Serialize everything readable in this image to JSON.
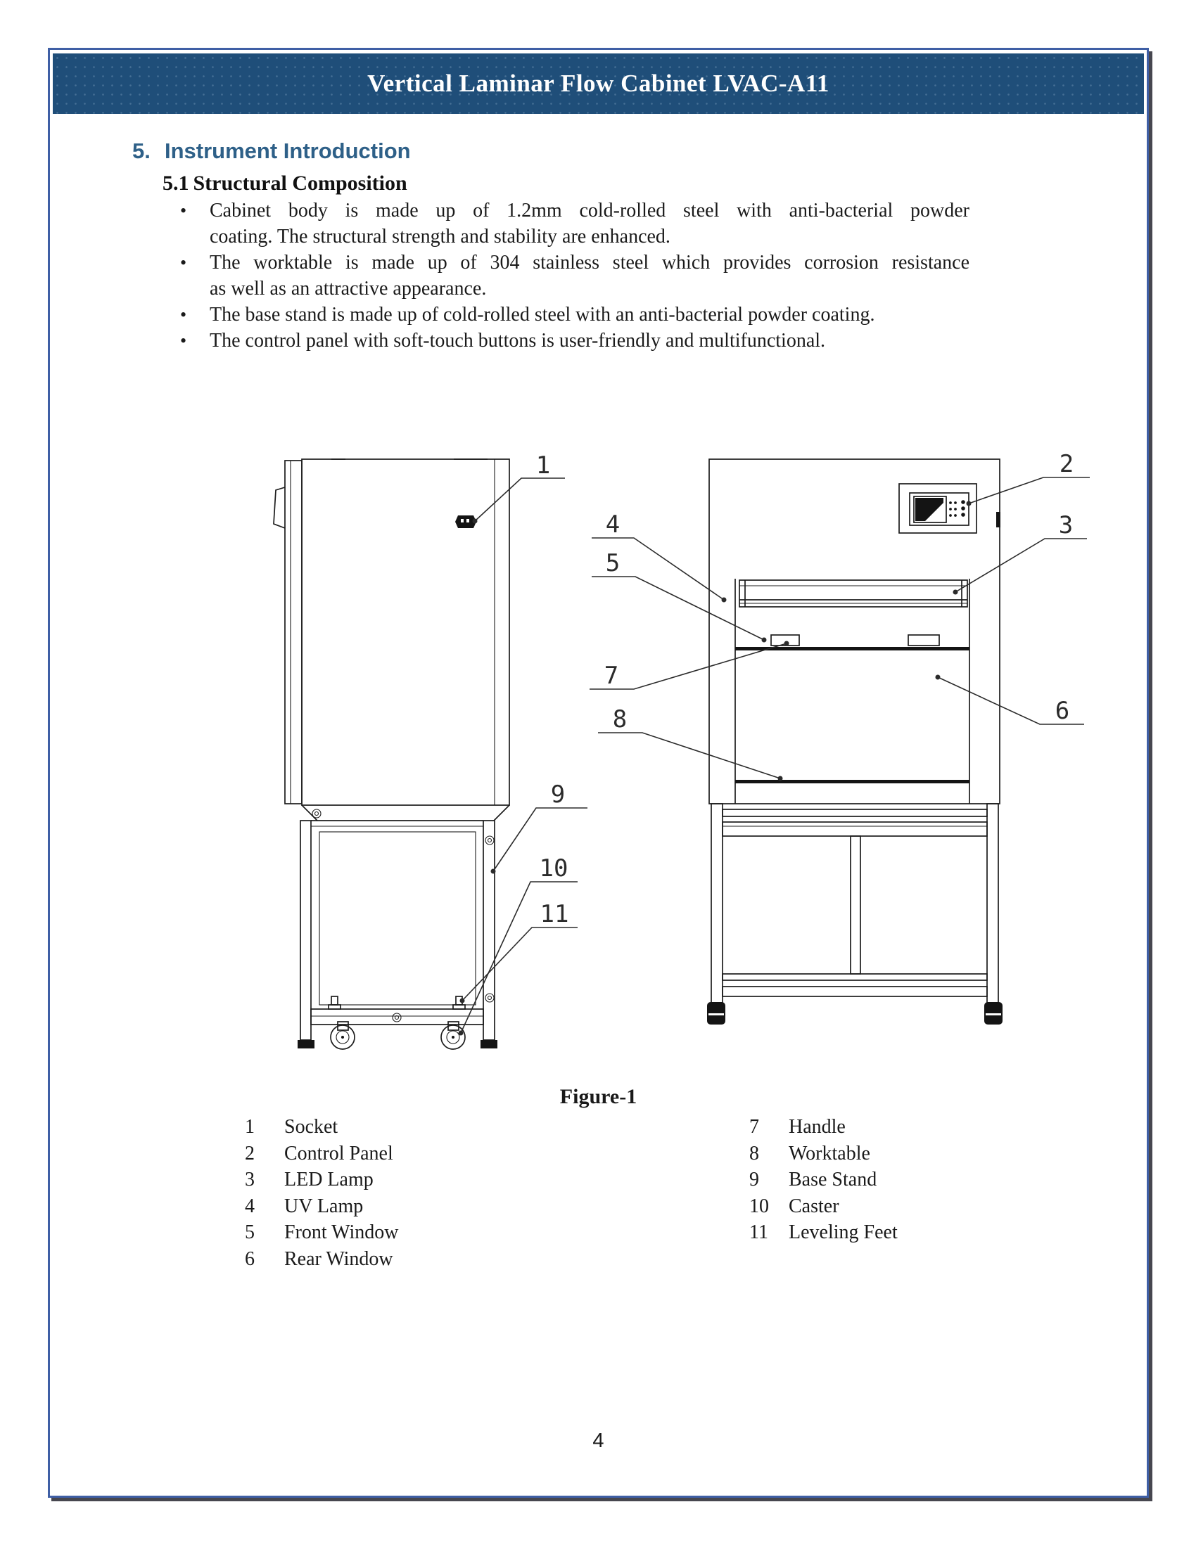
{
  "header": {
    "title": "Vertical Laminar Flow Cabinet LVAC-A11"
  },
  "section": {
    "number": "5.",
    "title": "Instrument Introduction"
  },
  "subsection": {
    "number": "5.1",
    "title": "Structural Composition"
  },
  "bullets": [
    {
      "lines": [
        "Cabinet body is made up of 1.2mm cold-rolled steel with anti-bacterial powder",
        "coating. The structural strength and stability are enhanced."
      ]
    },
    {
      "lines": [
        "The worktable is made up of 304 stainless steel which provides corrosion resistance",
        "as well as an attractive appearance."
      ]
    },
    {
      "lines": [
        "The base stand is made up of cold-rolled steel with an anti-bacterial powder coating."
      ]
    },
    {
      "lines": [
        "The control panel with soft-touch buttons is user-friendly and multifunctional."
      ]
    }
  ],
  "bullet_glyph": "•",
  "figure": {
    "caption": "Figure-1",
    "callout_numbers": [
      "1",
      "2",
      "3",
      "4",
      "5",
      "6",
      "7",
      "8",
      "9",
      "10",
      "11"
    ],
    "legend_left": [
      {
        "num": "1",
        "label": "Socket"
      },
      {
        "num": "2",
        "label": "Control Panel"
      },
      {
        "num": "3",
        "label": "LED Lamp"
      },
      {
        "num": "4",
        "label": "UV Lamp"
      },
      {
        "num": "5",
        "label": "Front Window"
      },
      {
        "num": "6",
        "label": "Rear Window"
      }
    ],
    "legend_right": [
      {
        "num": "7",
        "label": "Handle"
      },
      {
        "num": "8",
        "label": "Worktable"
      },
      {
        "num": "9",
        "label": "Base Stand"
      },
      {
        "num": "10",
        "label": "Caster"
      },
      {
        "num": "11",
        "label": "Leveling Feet"
      }
    ]
  },
  "footer": {
    "page_number": "4"
  },
  "colors": {
    "header_bar": "#1f4e79",
    "page_border": "#3f5fa5",
    "border_shadow": "#47474f",
    "section_heading": "#2e6088",
    "text": "#1a1a1a"
  }
}
